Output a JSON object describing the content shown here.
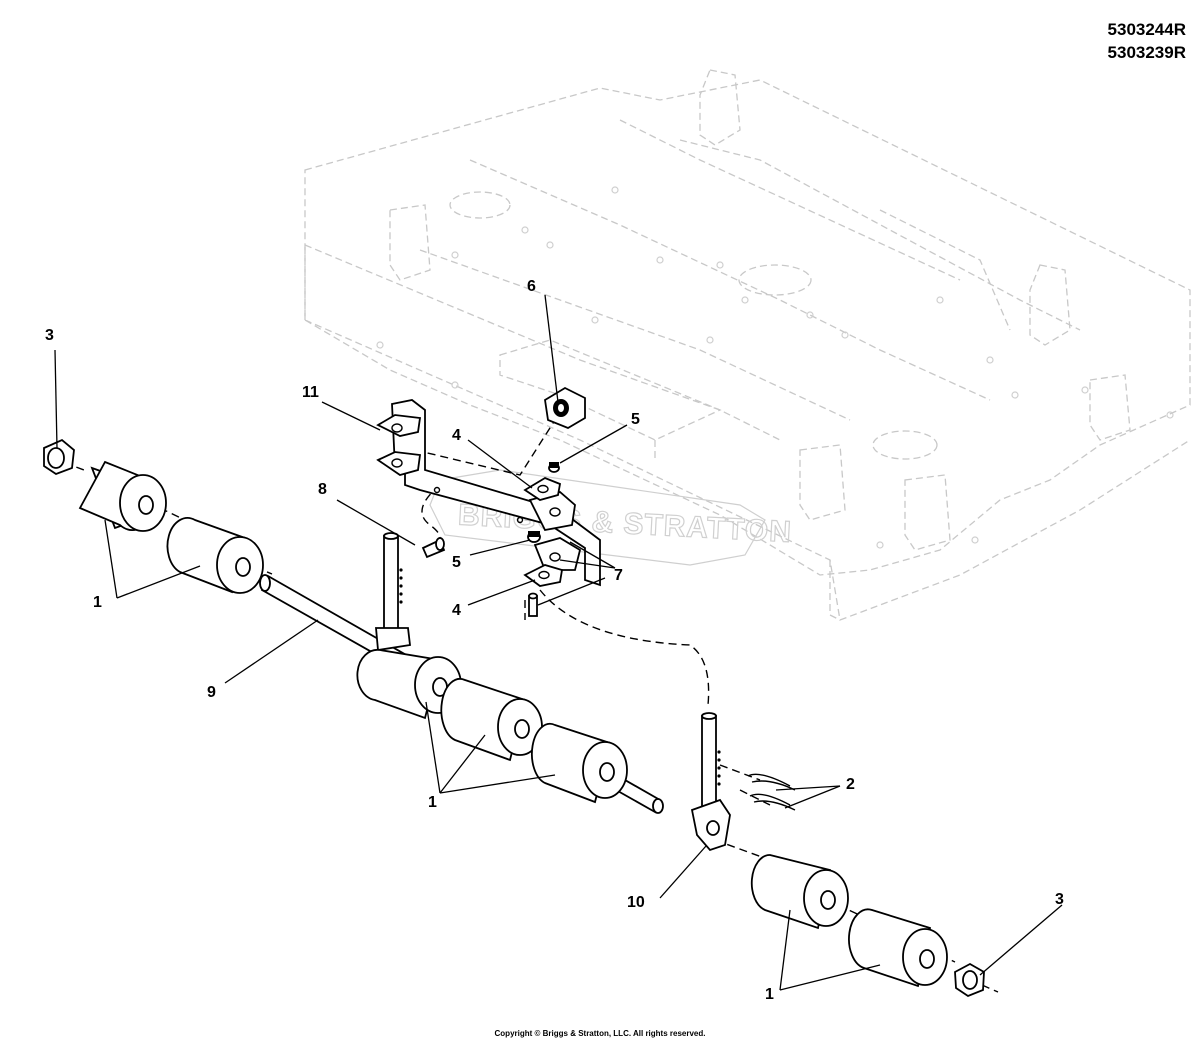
{
  "header": {
    "part_number_1": "5303244R",
    "part_number_2": "5303239R"
  },
  "callouts": {
    "c1a": "1",
    "c1b": "1",
    "c1c": "1",
    "c2": "2",
    "c3a": "3",
    "c3b": "3",
    "c4a": "4",
    "c4b": "4",
    "c5a": "5",
    "c5b": "5",
    "c6": "6",
    "c7": "7",
    "c8": "8",
    "c9": "9",
    "c10": "10",
    "c11": "11"
  },
  "watermark": "BRIGGS & STRATTON",
  "footer": {
    "copyright": "Copyright © Briggs & Stratton, LLC. All rights reserved."
  }
}
